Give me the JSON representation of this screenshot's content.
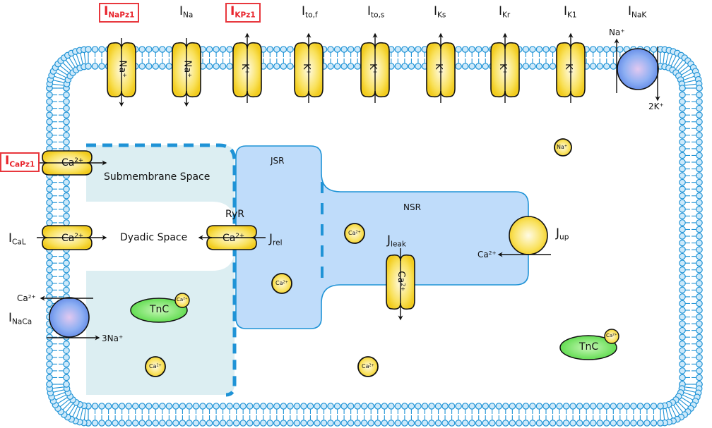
{
  "title": "Cardiac myocyte ion channel / calcium handling model schematic",
  "colors": {
    "membrane": "#1f93d6",
    "membrane_head_fill": "#cde9fa",
    "channel_fill": "#f7d633",
    "pump_fill": "#7fa7f0",
    "sr_fill": "#bfdcfa",
    "sr_stroke": "#1f93d6",
    "submembrane_fill": "#dceef2",
    "subspace_dash": "#1f93d6",
    "tnc_fill": "#6ee35a",
    "highlight_red": "#e8232b"
  },
  "top_currents": [
    {
      "base": "I",
      "sub": "NaPz1",
      "highlight": true,
      "ion": "Na",
      "ion_sup": "+",
      "direction": "in"
    },
    {
      "base": "I",
      "sub": "Na",
      "highlight": false,
      "ion": "Na",
      "ion_sup": "+",
      "direction": "in"
    },
    {
      "base": "I",
      "sub": "KPz1",
      "highlight": true,
      "ion": "K",
      "ion_sup": "+",
      "direction": "out"
    },
    {
      "base": "I",
      "sub": "to,f",
      "highlight": false,
      "ion": "K",
      "ion_sup": "+",
      "direction": "out"
    },
    {
      "base": "I",
      "sub": "to,s",
      "highlight": false,
      "ion": "K",
      "ion_sup": "+",
      "direction": "out"
    },
    {
      "base": "I",
      "sub": "Ks",
      "highlight": false,
      "ion": "K",
      "ion_sup": "+",
      "direction": "out"
    },
    {
      "base": "I",
      "sub": "Kr",
      "highlight": false,
      "ion": "K",
      "ion_sup": "+",
      "direction": "out"
    },
    {
      "base": "I",
      "sub": "K1",
      "highlight": false,
      "ion": "K",
      "ion_sup": "+",
      "direction": "out"
    }
  ],
  "nak_pump": {
    "base": "I",
    "sub": "NaK",
    "out_ion": "Na",
    "out_sup": "+",
    "in_ion": "2K",
    "in_sup": "+"
  },
  "left_currents": {
    "capz1": {
      "base": "I",
      "sub": "CaPz1",
      "ion": "Ca",
      "ion_sup": "2+"
    },
    "cal": {
      "base": "I",
      "sub": "CaL",
      "ion": "Ca",
      "ion_sup": "2+"
    },
    "naca": {
      "base": "I",
      "sub": "NaCa",
      "out_ion": "Ca",
      "out_sup": "2+",
      "in_ion": "3Na",
      "in_sup": "+"
    }
  },
  "compartments": {
    "submembrane": "Submembrane Space",
    "dyadic": "Dyadic Space",
    "jsr": "JSR",
    "nsr": "NSR"
  },
  "sr_fluxes": {
    "ryr": {
      "label": "RyR",
      "ion": "Ca",
      "ion_sup": "2+",
      "flux_base": "J",
      "flux_sub": "rel"
    },
    "leak": {
      "flux_base": "J",
      "flux_sub": "leak",
      "ion": "Ca",
      "ion_sup": "2+"
    },
    "serca": {
      "flux_base": "J",
      "flux_sub": "up",
      "ion": "Ca",
      "ion_sup": "2+"
    }
  },
  "buffers": [
    {
      "name": "TnC",
      "bound_ion": "Ca",
      "bound_sup": "2+"
    },
    {
      "name": "TnC",
      "bound_ion": "Ca",
      "bound_sup": "2+"
    }
  ],
  "free_ions": [
    {
      "ion": "Na",
      "sup": "+"
    },
    {
      "ion": "Ca",
      "sup": "2+"
    },
    {
      "ion": "Ca",
      "sup": "2+"
    },
    {
      "ion": "Ca",
      "sup": "2+"
    },
    {
      "ion": "Ca",
      "sup": "2+"
    }
  ]
}
